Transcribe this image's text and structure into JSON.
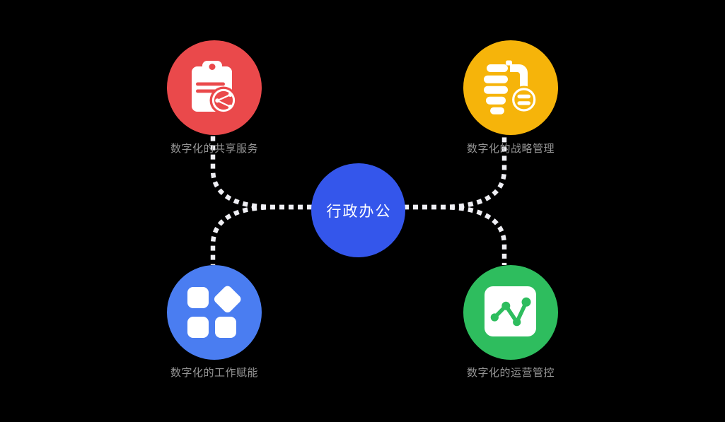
{
  "diagram": {
    "background_color": "#000000",
    "connector_color": "#efeff4",
    "label_color": "#949494",
    "center": {
      "label": "行政办公",
      "color": "#3456eb",
      "text_color": "#ffffff"
    },
    "nodes": [
      {
        "id": "shared-services",
        "label": "数字化的共享服务",
        "color": "#ea494b",
        "icon": "clipboard-share-icon",
        "position": "top-left"
      },
      {
        "id": "strategy",
        "label": "数字化的战略管理",
        "color": "#f6b40a",
        "icon": "strategy-list-icon",
        "position": "top-right"
      },
      {
        "id": "work-empowerment",
        "label": "数字化的工作赋能",
        "color": "#4a7df1",
        "icon": "apps-grid-icon",
        "position": "bottom-left"
      },
      {
        "id": "operations",
        "label": "数字化的运营管控",
        "color": "#2ebd5e",
        "icon": "line-chart-icon",
        "position": "bottom-right"
      }
    ]
  }
}
